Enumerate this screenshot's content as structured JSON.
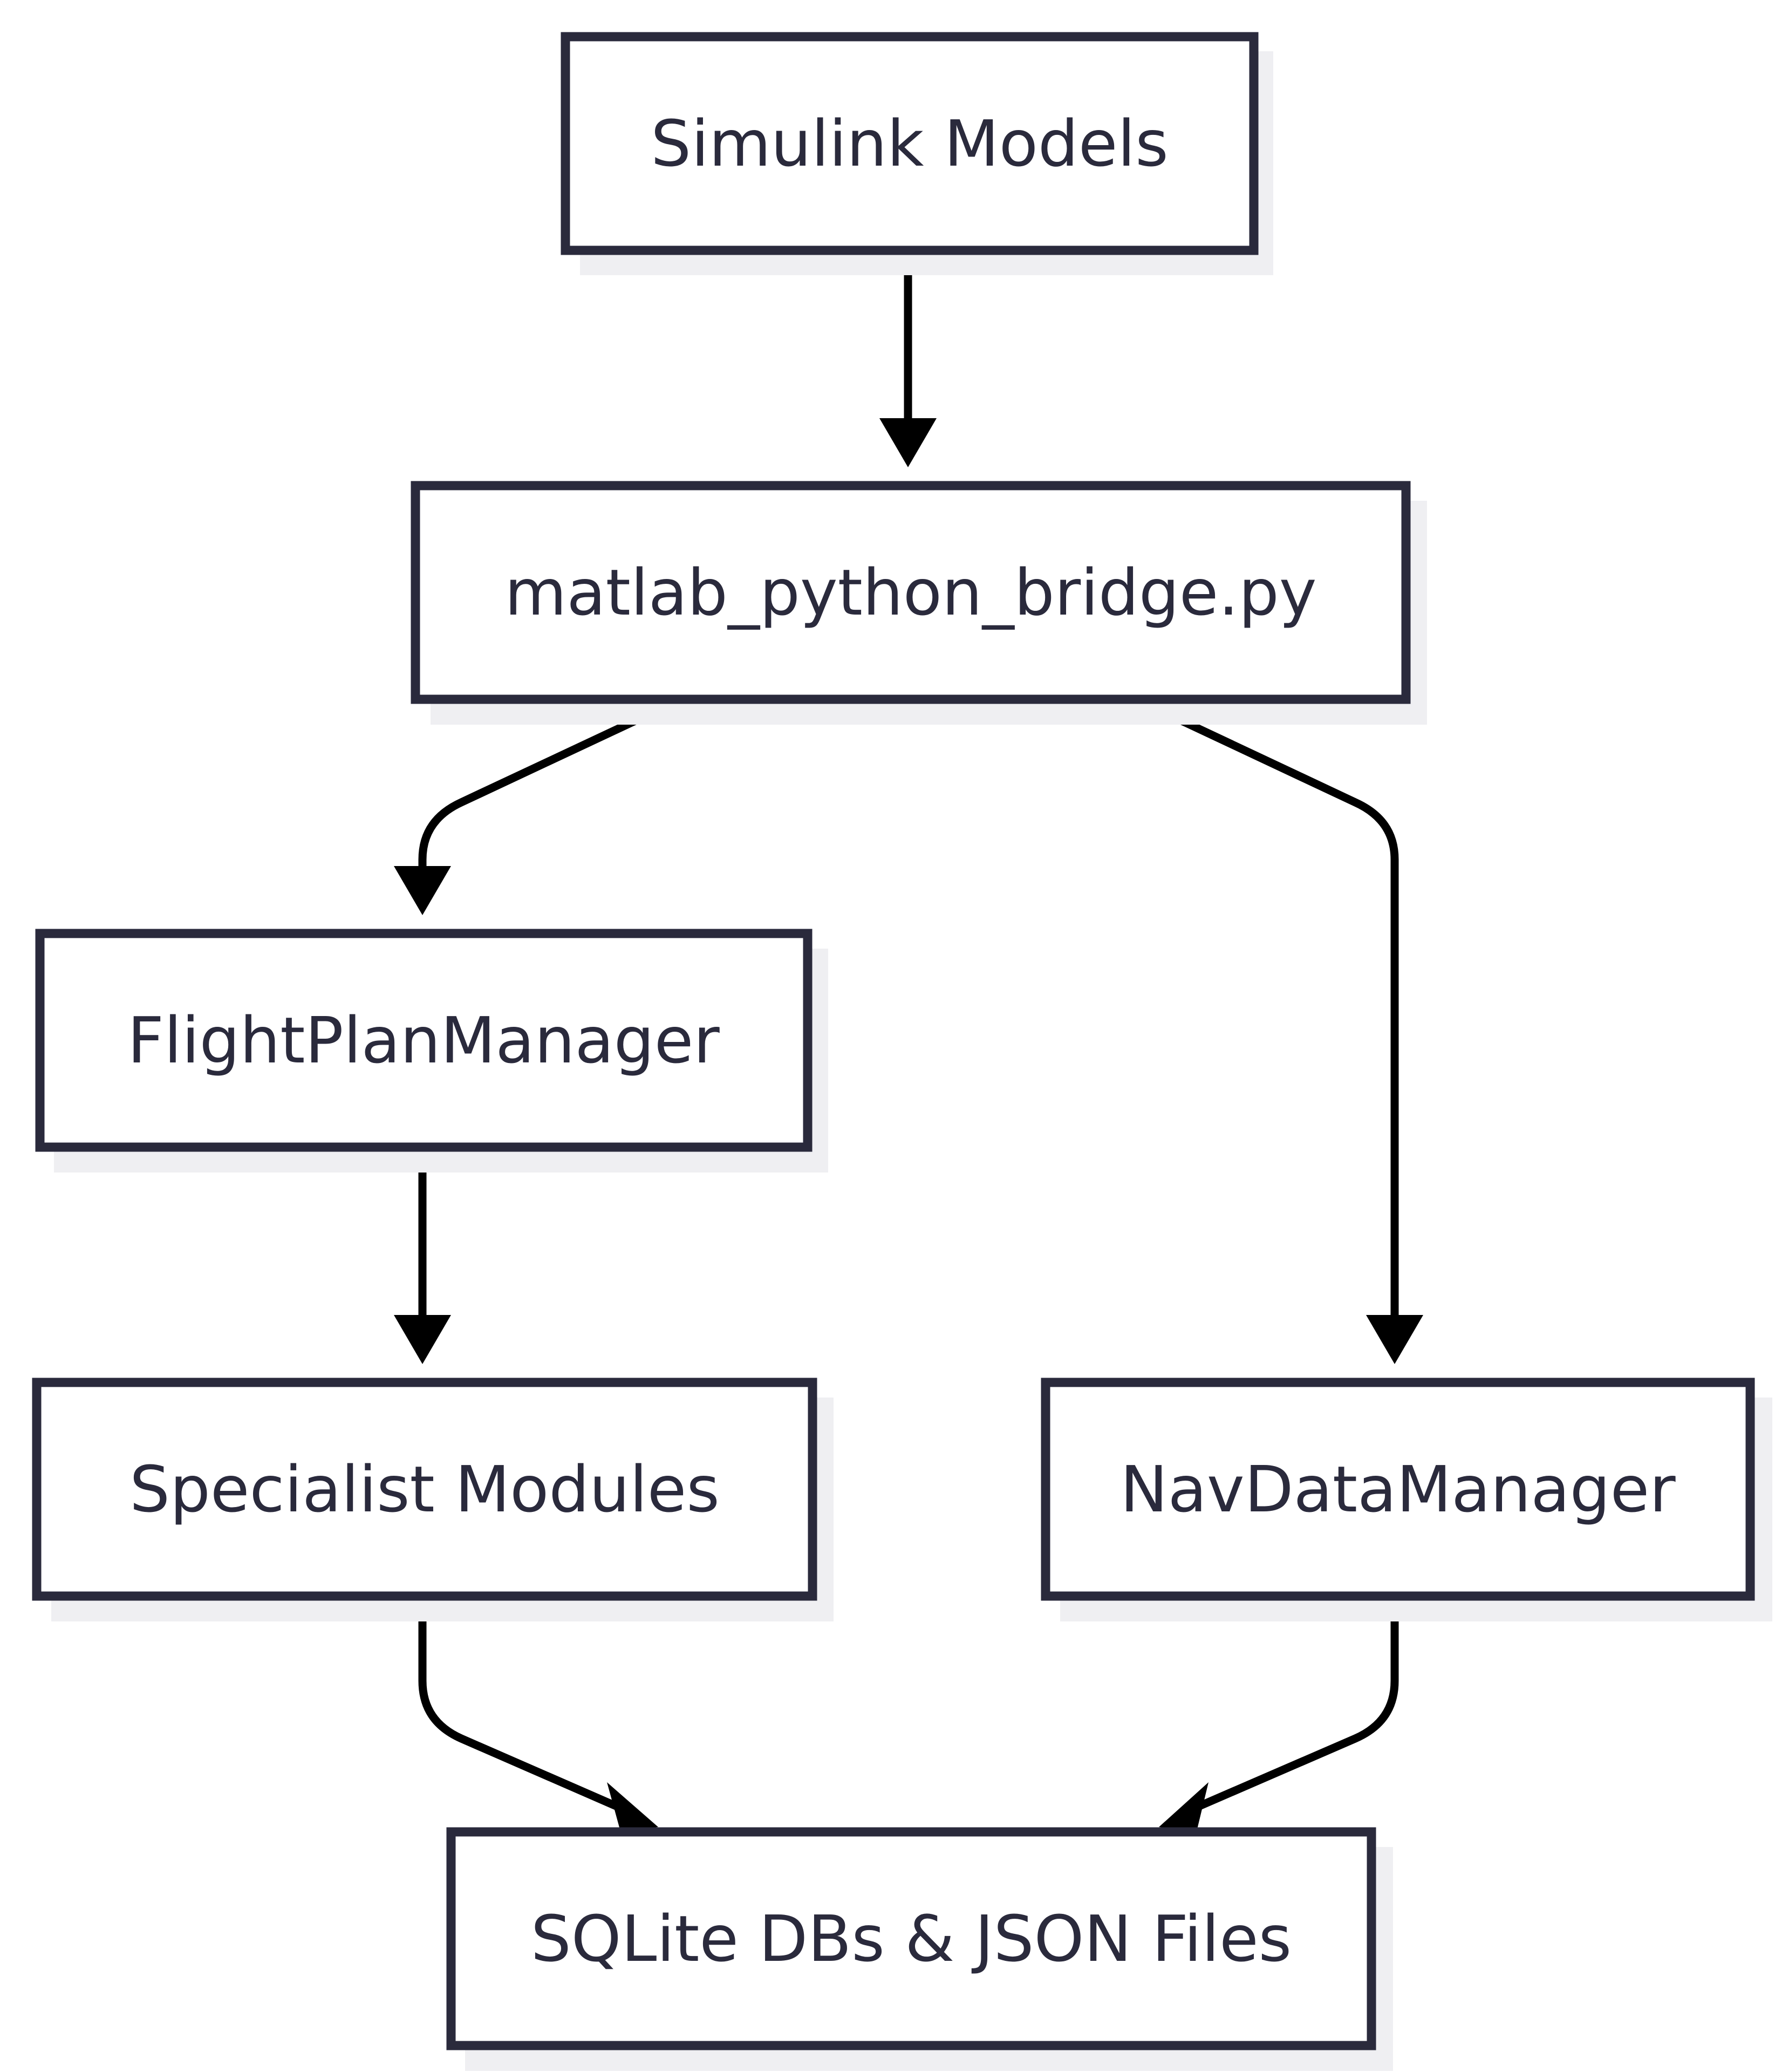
{
  "nodes": {
    "simulink_models": "Simulink Models",
    "bridge": "matlab_python_bridge.py",
    "flight_plan_manager": "FlightPlanManager",
    "specialist_modules": "Specialist Modules",
    "nav_data_manager": "NavDataManager",
    "storage": "SQLite DBs & JSON Files"
  },
  "edges": [
    {
      "from": "Simulink Models",
      "to": "matlab_python_bridge.py"
    },
    {
      "from": "matlab_python_bridge.py",
      "to": "FlightPlanManager"
    },
    {
      "from": "matlab_python_bridge.py",
      "to": "NavDataManager"
    },
    {
      "from": "FlightPlanManager",
      "to": "Specialist Modules"
    },
    {
      "from": "Specialist Modules",
      "to": "SQLite DBs & JSON Files"
    },
    {
      "from": "NavDataManager",
      "to": "SQLite DBs & JSON Files"
    }
  ],
  "colors": {
    "node_border": "#2a2a3c",
    "node_text": "#2a2a3c",
    "node_shadow": "#efeff2",
    "edge": "#000000",
    "background": "#ffffff"
  }
}
